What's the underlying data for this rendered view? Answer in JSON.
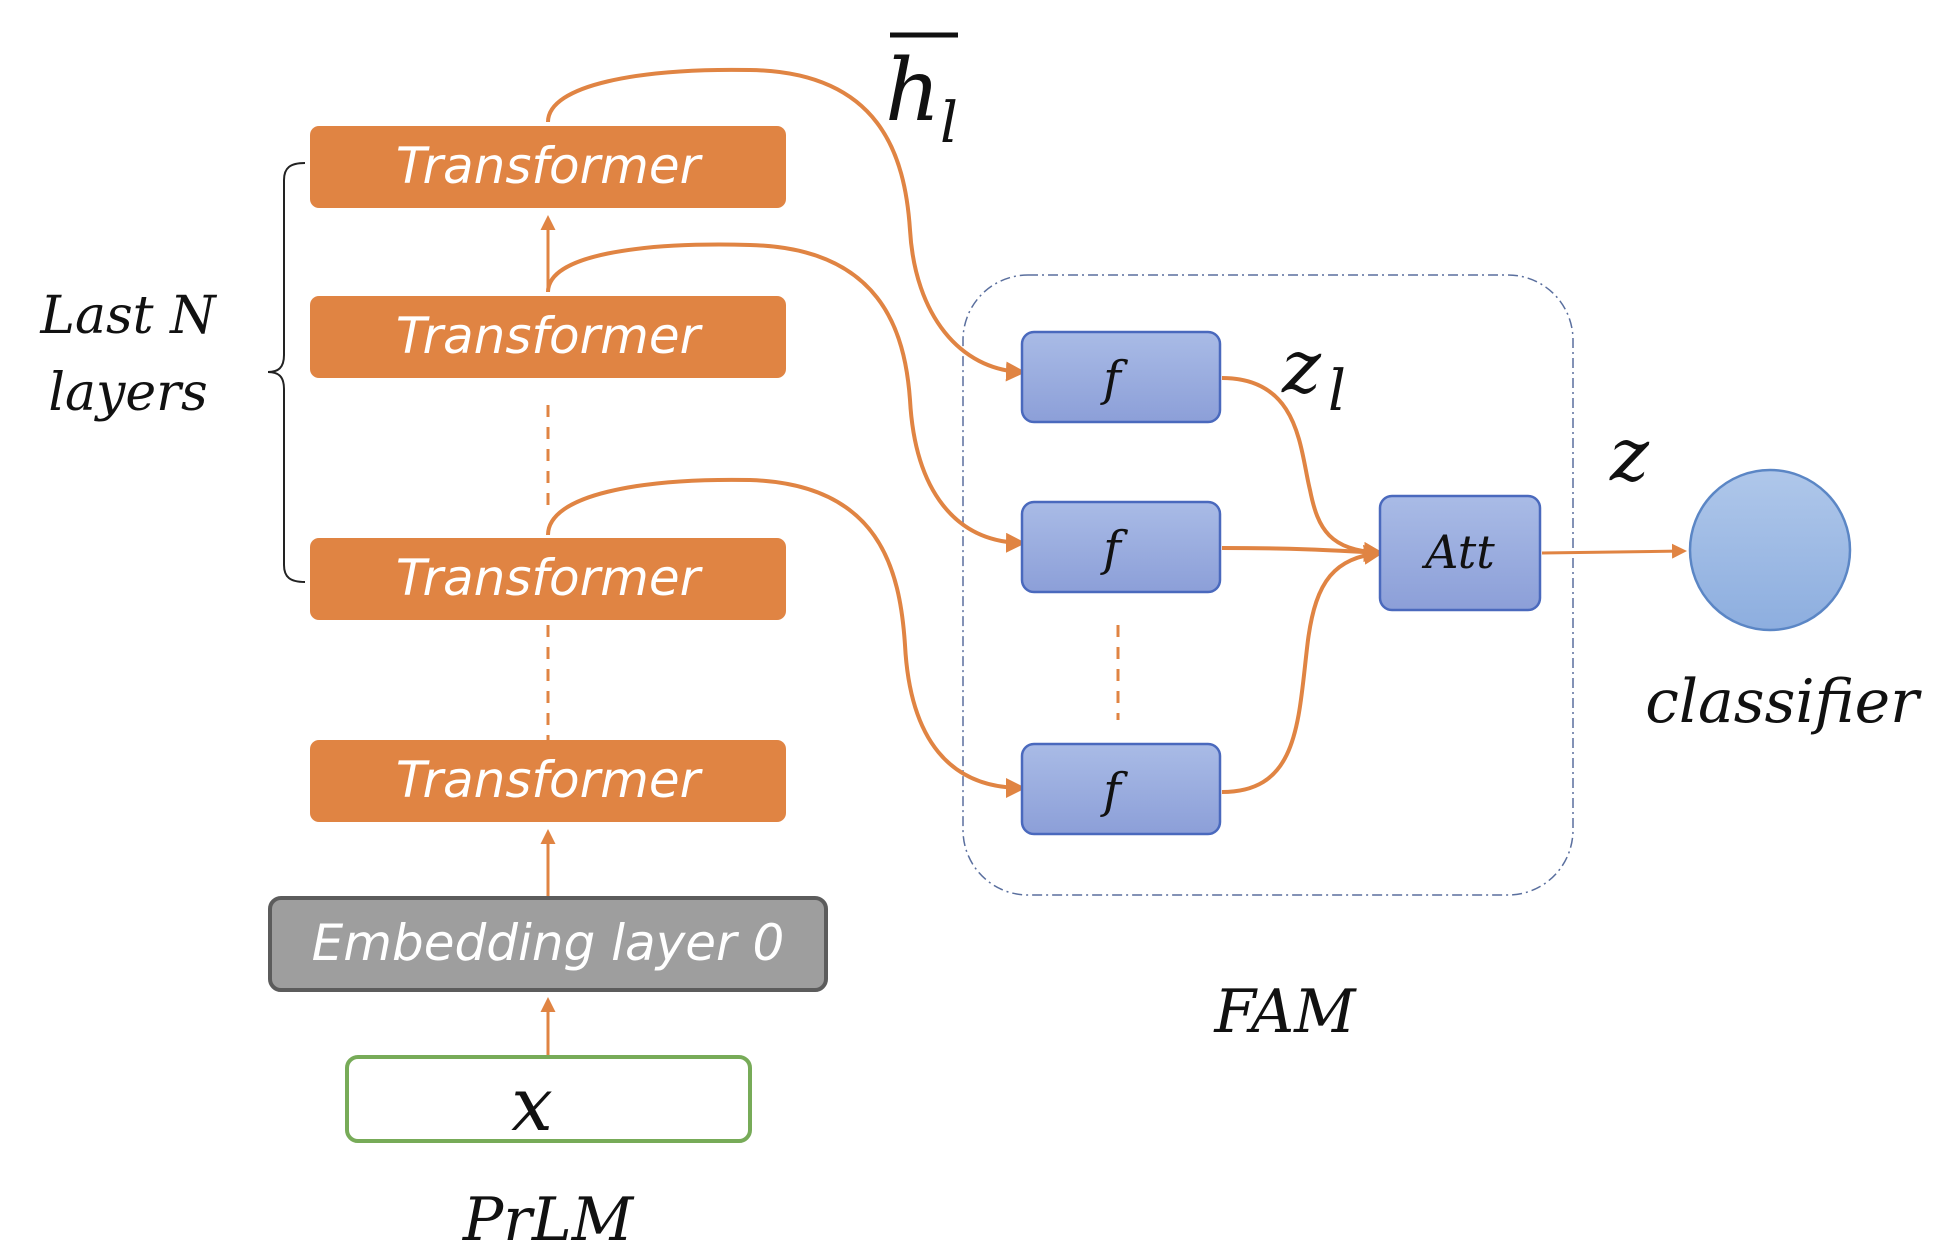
{
  "prlm": {
    "transformer_label": "Transformer",
    "embedding_label": "Embedding layer 0",
    "input_label": "x",
    "caption": "PrLM",
    "bracket_label_line1": "Last N",
    "bracket_label_line2": "layers"
  },
  "fam": {
    "f_label": "f",
    "att_label": "Att",
    "caption": "FAM"
  },
  "symbols": {
    "h_bar_base": "h",
    "h_bar_subscript": "l",
    "z_l_base": "z",
    "z_l_subscript": "l",
    "z": "z"
  },
  "classifier": {
    "label": "classifier"
  },
  "colors": {
    "transformer_fill": "#E08443",
    "arrow": "#E08443",
    "embedding_fill": "#9E9E9E",
    "embedding_stroke": "#5C5C5C",
    "input_stroke": "#77AB58",
    "f_fill": "#96A9DC",
    "f_stroke": "#4A69BD",
    "classifier_fill": "#9DB9E2",
    "classifier_stroke": "#5B86C5",
    "fam_border": "#5A6F9E"
  }
}
